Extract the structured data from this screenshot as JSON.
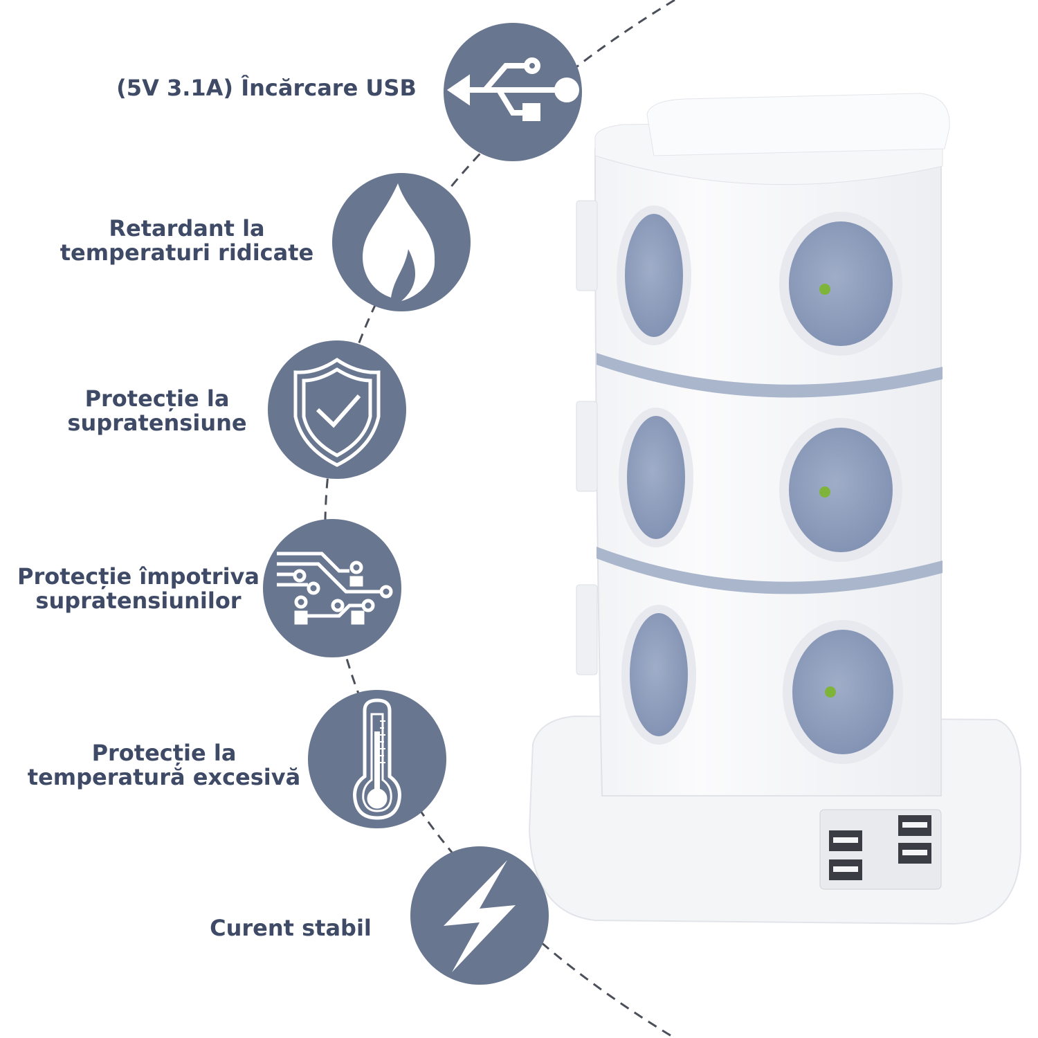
{
  "colors": {
    "icon_circle": "#68768f",
    "text": "#3f4b66",
    "accent_stripe": "#a9b6cc",
    "socket": "#8f9fbf"
  },
  "features": [
    {
      "icon": "usb-icon",
      "lines": [
        "(5V 3.1A) Încărcare USB"
      ]
    },
    {
      "icon": "flame-icon",
      "lines": [
        "Retardant la",
        "temperaturi ridicate"
      ]
    },
    {
      "icon": "shield-check-icon",
      "lines": [
        "Protecție la",
        "supratensiune"
      ]
    },
    {
      "icon": "circuit-icon",
      "lines": [
        "Protecție împotriva",
        "supratensiunilor"
      ]
    },
    {
      "icon": "thermometer-icon",
      "lines": [
        "Protecție la",
        "temperatură excesivă"
      ]
    },
    {
      "icon": "lightning-bolt-icon",
      "lines": [
        "Curent stabil"
      ]
    }
  ]
}
